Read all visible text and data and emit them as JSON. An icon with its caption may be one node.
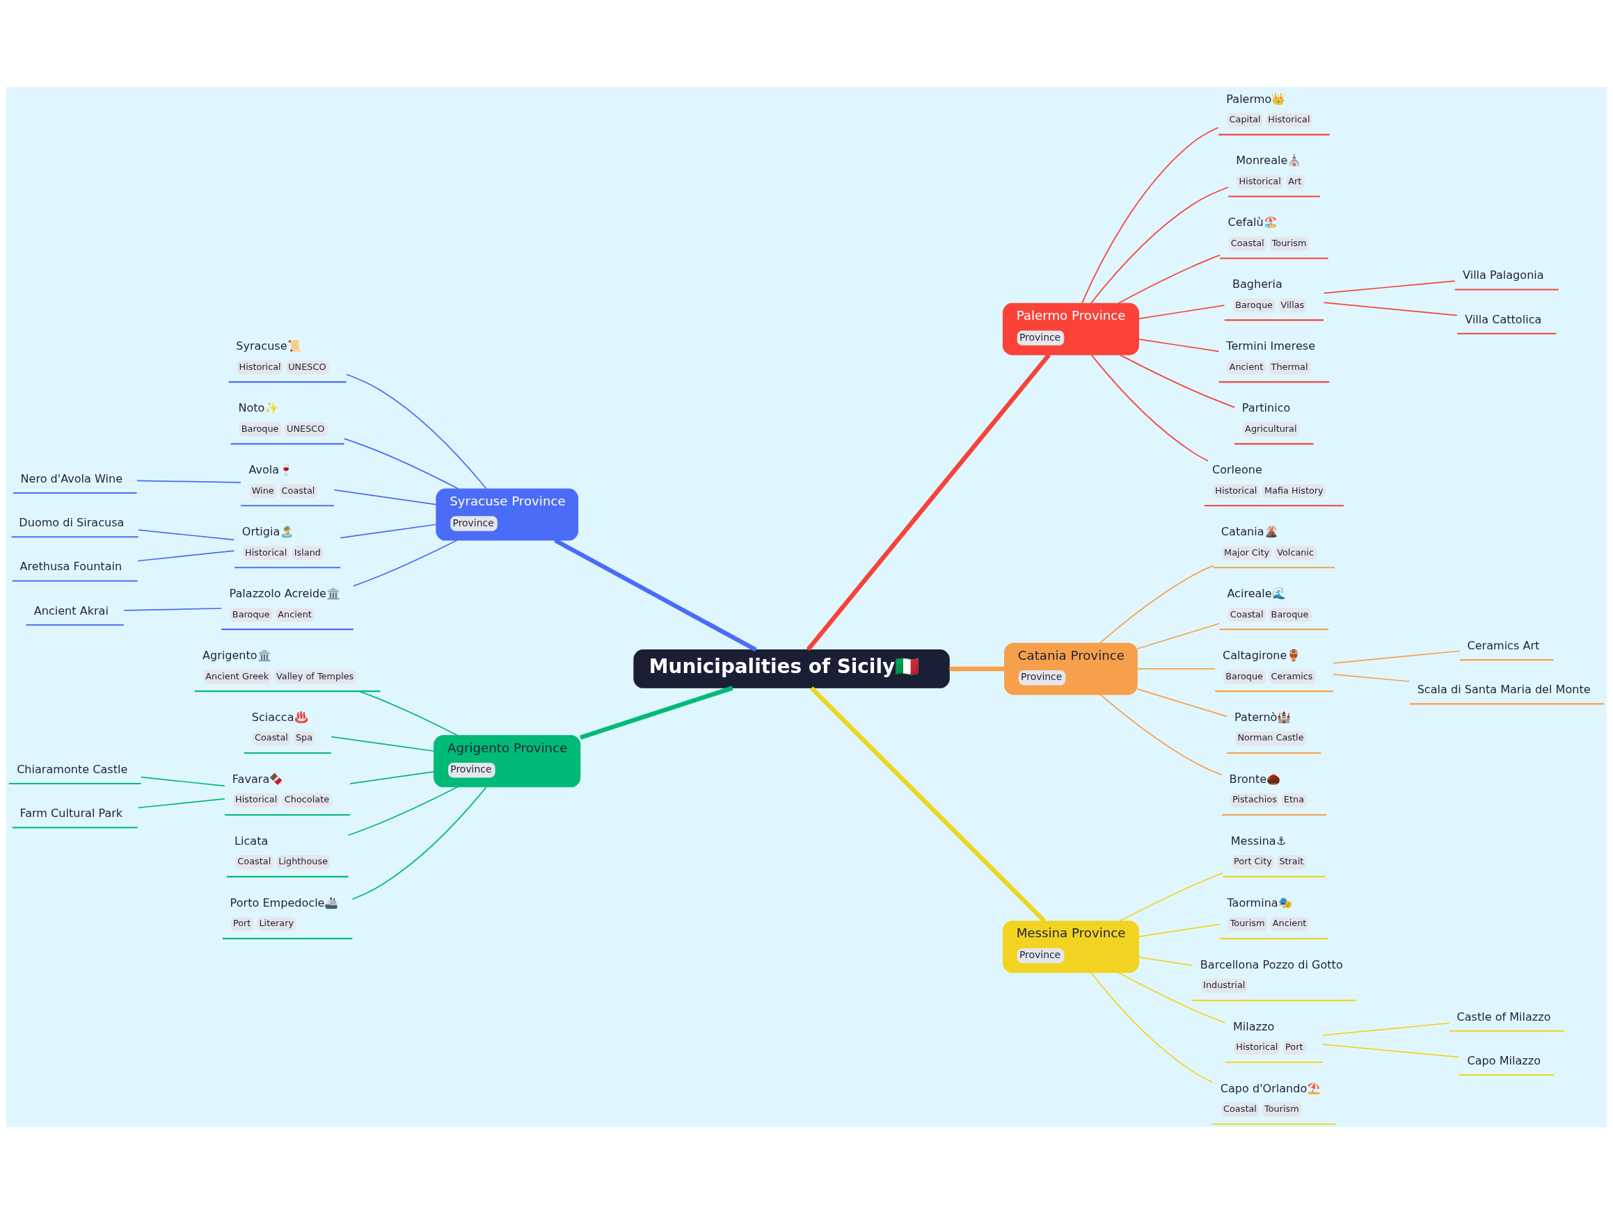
{
  "diagram": {
    "nodes": [
      {
        "text": [
          "Municipalities of Sicily🇮🇹"
        ]
      },
      {
        "text": [
          "Palermo Province",
          "Province"
        ]
      },
      {
        "text": [
          "Palermo👑",
          "Capital",
          "Historical"
        ]
      },
      {
        "text": [
          "Monreale⛪",
          "Historical",
          "Art"
        ]
      },
      {
        "text": [
          "Cefalù🏖️",
          "Coastal",
          "Tourism"
        ]
      },
      {
        "text": [
          "Bagheria",
          "Baroque",
          "Villas"
        ]
      },
      {
        "text": [
          "Villa Palagonia"
        ]
      },
      {
        "text": [
          "Villa Cattolica"
        ]
      },
      {
        "text": [
          "Termini Imerese",
          "Ancient",
          "Thermal"
        ]
      },
      {
        "text": [
          "Partinico",
          "Agricultural"
        ]
      },
      {
        "text": [
          "Corleone",
          "Historical",
          "Mafia History"
        ]
      },
      {
        "text": [
          "Catania Province",
          "Province"
        ]
      },
      {
        "text": [
          "Catania🌋",
          "Major City",
          "Volcanic"
        ]
      },
      {
        "text": [
          "Acireale🌊",
          "Coastal",
          "Baroque"
        ]
      },
      {
        "text": [
          "Caltagirone🏺",
          "Baroque",
          "Ceramics"
        ]
      },
      {
        "text": [
          "Ceramics Art"
        ]
      },
      {
        "text": [
          "Scala di Santa Maria del Monte"
        ]
      },
      {
        "text": [
          "Paternò🏰",
          "Norman Castle"
        ]
      },
      {
        "text": [
          "Bronte🌰",
          "Pistachios",
          "Etna"
        ]
      },
      {
        "text": [
          "Messina Province",
          "Province"
        ]
      },
      {
        "text": [
          "Messina⚓",
          "Port City",
          "Strait"
        ]
      },
      {
        "text": [
          "Taormina🎭",
          "Tourism",
          "Ancient"
        ]
      },
      {
        "text": [
          "Barcellona Pozzo di Gotto",
          "Industrial"
        ]
      },
      {
        "text": [
          "Milazzo",
          "Historical",
          "Port"
        ]
      },
      {
        "text": [
          "Castle of Milazzo"
        ]
      },
      {
        "text": [
          "Capo Milazzo"
        ]
      },
      {
        "text": [
          "Capo d'Orlando⛱️",
          "Coastal",
          "Tourism"
        ]
      },
      {
        "text": [
          "Syracuse Province",
          "Province"
        ]
      },
      {
        "text": [
          "Syracuse📜",
          "Historical",
          "UNESCO"
        ]
      },
      {
        "text": [
          "Noto✨",
          "Baroque",
          "UNESCO"
        ]
      },
      {
        "text": [
          "Avola🍷",
          "Wine",
          "Coastal"
        ]
      },
      {
        "text": [
          "Nero d'Avola Wine"
        ]
      },
      {
        "text": [
          "Ortigia🏝️",
          "Historical",
          "Island"
        ]
      },
      {
        "text": [
          "Duomo di Siracusa"
        ]
      },
      {
        "text": [
          "Arethusa Fountain"
        ]
      },
      {
        "text": [
          "Palazzolo Acreide🏛️",
          "Baroque",
          "Ancient"
        ]
      },
      {
        "text": [
          "Ancient Akrai"
        ]
      },
      {
        "text": [
          "Agrigento Province",
          "Province"
        ]
      },
      {
        "text": [
          "Agrigento🏛️",
          "Ancient Greek",
          "Valley of Temples"
        ]
      },
      {
        "text": [
          "Sciacca♨️",
          "Coastal",
          "Spa"
        ]
      },
      {
        "text": [
          "Favara🍫",
          "Historical",
          "Chocolate"
        ]
      },
      {
        "text": [
          "Chiaramonte Castle"
        ]
      },
      {
        "text": [
          "Farm Cultural Park"
        ]
      },
      {
        "text": [
          "Licata",
          "Coastal",
          "Lighthouse"
        ]
      },
      {
        "text": [
          "Porto Empedocle🚢",
          "Port",
          "Literary"
        ]
      }
    ],
    "edges": [
      {
        "from": 0,
        "to": 1,
        "arrow": "none",
        "style": "thick",
        "color": "#f5433a"
      },
      {
        "from": 1,
        "to": 2,
        "arrow": "none",
        "color": "#f5433a"
      },
      {
        "from": 1,
        "to": 3,
        "arrow": "none",
        "color": "#f5433a"
      },
      {
        "from": 1,
        "to": 4,
        "arrow": "none",
        "color": "#f5433a"
      },
      {
        "from": 1,
        "to": 5,
        "arrow": "none",
        "color": "#f5433a"
      },
      {
        "from": 5,
        "to": 6,
        "arrow": "none",
        "color": "#f5433a"
      },
      {
        "from": 5,
        "to": 7,
        "arrow": "none",
        "color": "#f5433a"
      },
      {
        "from": 1,
        "to": 8,
        "arrow": "none",
        "color": "#f5433a"
      },
      {
        "from": 1,
        "to": 9,
        "arrow": "none",
        "color": "#f5433a"
      },
      {
        "from": 1,
        "to": 10,
        "arrow": "none",
        "color": "#f5433a"
      },
      {
        "from": 0,
        "to": 11,
        "arrow": "none",
        "style": "thick",
        "color": "#f7a048"
      },
      {
        "from": 11,
        "to": 12,
        "arrow": "none",
        "color": "#f7a048"
      },
      {
        "from": 11,
        "to": 13,
        "arrow": "none",
        "color": "#f7a048"
      },
      {
        "from": 11,
        "to": 14,
        "arrow": "none",
        "color": "#f7a048"
      },
      {
        "from": 14,
        "to": 15,
        "arrow": "none",
        "color": "#f7a048"
      },
      {
        "from": 14,
        "to": 16,
        "arrow": "none",
        "color": "#f7a048"
      },
      {
        "from": 11,
        "to": 17,
        "arrow": "none",
        "color": "#f7a048"
      },
      {
        "from": 11,
        "to": 18,
        "arrow": "none",
        "color": "#f7a048"
      },
      {
        "from": 0,
        "to": 19,
        "arrow": "none",
        "style": "thick",
        "color": "#f2d322"
      },
      {
        "from": 19,
        "to": 20,
        "arrow": "none",
        "color": "#f2d322"
      },
      {
        "from": 19,
        "to": 21,
        "arrow": "none",
        "color": "#f2d322"
      },
      {
        "from": 19,
        "to": 22,
        "arrow": "none",
        "color": "#f2d322"
      },
      {
        "from": 19,
        "to": 23,
        "arrow": "none",
        "color": "#f2d322"
      },
      {
        "from": 23,
        "to": 24,
        "arrow": "none",
        "color": "#f2d322"
      },
      {
        "from": 23,
        "to": 25,
        "arrow": "none",
        "color": "#f2d322"
      },
      {
        "from": 19,
        "to": 26,
        "arrow": "none",
        "color": "#f2d322"
      },
      {
        "from": 0,
        "to": 27,
        "arrow": "none",
        "style": "thick",
        "color": "#4a6cf7"
      },
      {
        "from": 27,
        "to": 28,
        "arrow": "none",
        "color": "#4a6cf7"
      },
      {
        "from": 27,
        "to": 29,
        "arrow": "none",
        "color": "#4a6cf7"
      },
      {
        "from": 27,
        "to": 30,
        "arrow": "none",
        "color": "#4a6cf7"
      },
      {
        "from": 30,
        "to": 31,
        "arrow": "none",
        "color": "#4a6cf7"
      },
      {
        "from": 27,
        "to": 32,
        "arrow": "none",
        "color": "#4a6cf7"
      },
      {
        "from": 32,
        "to": 33,
        "arrow": "none",
        "color": "#4a6cf7"
      },
      {
        "from": 32,
        "to": 34,
        "arrow": "none",
        "color": "#4a6cf7"
      },
      {
        "from": 27,
        "to": 35,
        "arrow": "none",
        "color": "#4a6cf7"
      },
      {
        "from": 35,
        "to": 36,
        "arrow": "none",
        "color": "#4a6cf7"
      },
      {
        "from": 0,
        "to": 37,
        "arrow": "none",
        "style": "thick",
        "color": "#00ba77"
      },
      {
        "from": 37,
        "to": 38,
        "arrow": "none",
        "color": "#00ba77"
      },
      {
        "from": 37,
        "to": 39,
        "arrow": "none",
        "color": "#00ba77"
      },
      {
        "from": 37,
        "to": 40,
        "arrow": "none",
        "color": "#00ba77"
      },
      {
        "from": 40,
        "to": 41,
        "arrow": "none",
        "color": "#00ba77"
      },
      {
        "from": 40,
        "to": 42,
        "arrow": "none",
        "color": "#00ba77"
      },
      {
        "from": 37,
        "to": 43,
        "arrow": "none",
        "color": "#00ba77"
      },
      {
        "from": 37,
        "to": 44,
        "arrow": "none",
        "color": "#00ba77"
      }
    ]
  }
}
